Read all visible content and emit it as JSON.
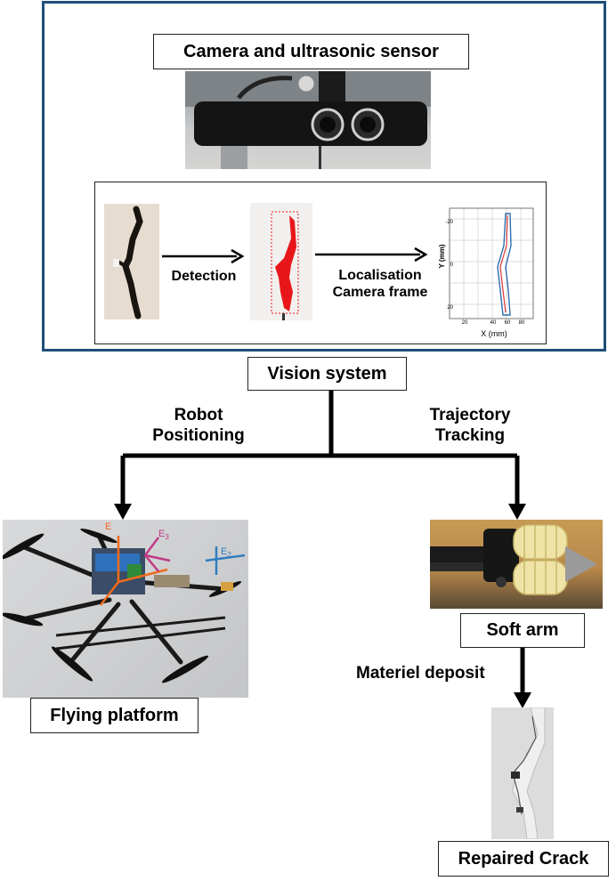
{
  "camera_box": {
    "label": "Camera and ultrasonic sensor"
  },
  "detection": {
    "step1": "Detection",
    "step2_line1": "Localisation",
    "step2_line2": "Camera frame"
  },
  "plot": {
    "ylabel": "Y (mm)",
    "xlabel": "X (mm)",
    "yticks": [
      "-20",
      "0",
      "20"
    ],
    "xticks": [
      "20",
      "40",
      "60",
      "80"
    ]
  },
  "vision_box": {
    "label": "Vision system"
  },
  "branch_left": {
    "line1": "Robot",
    "line2": "Positioning"
  },
  "branch_right": {
    "line1": "Trajectory",
    "line2": "Tracking"
  },
  "drone_axes": {
    "e1": "E",
    "e2": "E",
    "e2_sub": "2",
    "e3": "E",
    "e3_sub": "3"
  },
  "flying_box": {
    "label": "Flying platform"
  },
  "soft_arm_box": {
    "label": "Soft arm"
  },
  "deposit": {
    "label": "Materiel deposit"
  },
  "repaired_box": {
    "label": "Repaired Crack"
  },
  "colors": {
    "frame": "#1f4e79",
    "detection_red": "#e8161a",
    "plot_blue": "#2f6fb0",
    "plot_red": "#d9383a"
  }
}
